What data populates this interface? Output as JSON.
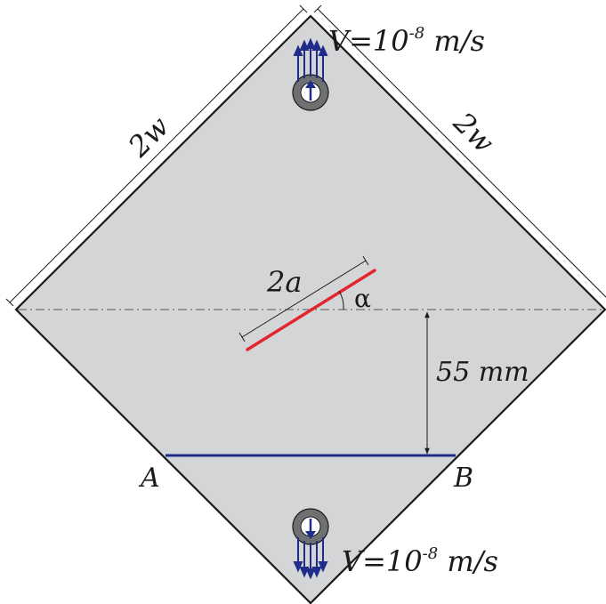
{
  "diagram": {
    "colors": {
      "plate_fill": "#d4d5d7",
      "plate_edge": "#1a1a1a",
      "crack": "#e3262e",
      "support_line": "#1f2c8a",
      "arrow": "#1f2c8a",
      "pin_ring": "#6f7072",
      "dashed_axis": "#555555"
    },
    "labels": {
      "side_left": "2w",
      "side_right": "2w",
      "crack_length": "2a",
      "angle": "α",
      "distance": "55 mm",
      "point_a": "A",
      "point_b": "B"
    },
    "velocity_top": {
      "base": "V=10",
      "exponent": "-8",
      "unit": " m/s"
    },
    "velocity_bottom": {
      "base": "V=10",
      "exponent": "-8",
      "unit": " m/s"
    },
    "icons": {
      "top_load": "pin-with-upward-arrows-icon",
      "bottom_load": "pin-with-downward-arrows-icon"
    }
  }
}
